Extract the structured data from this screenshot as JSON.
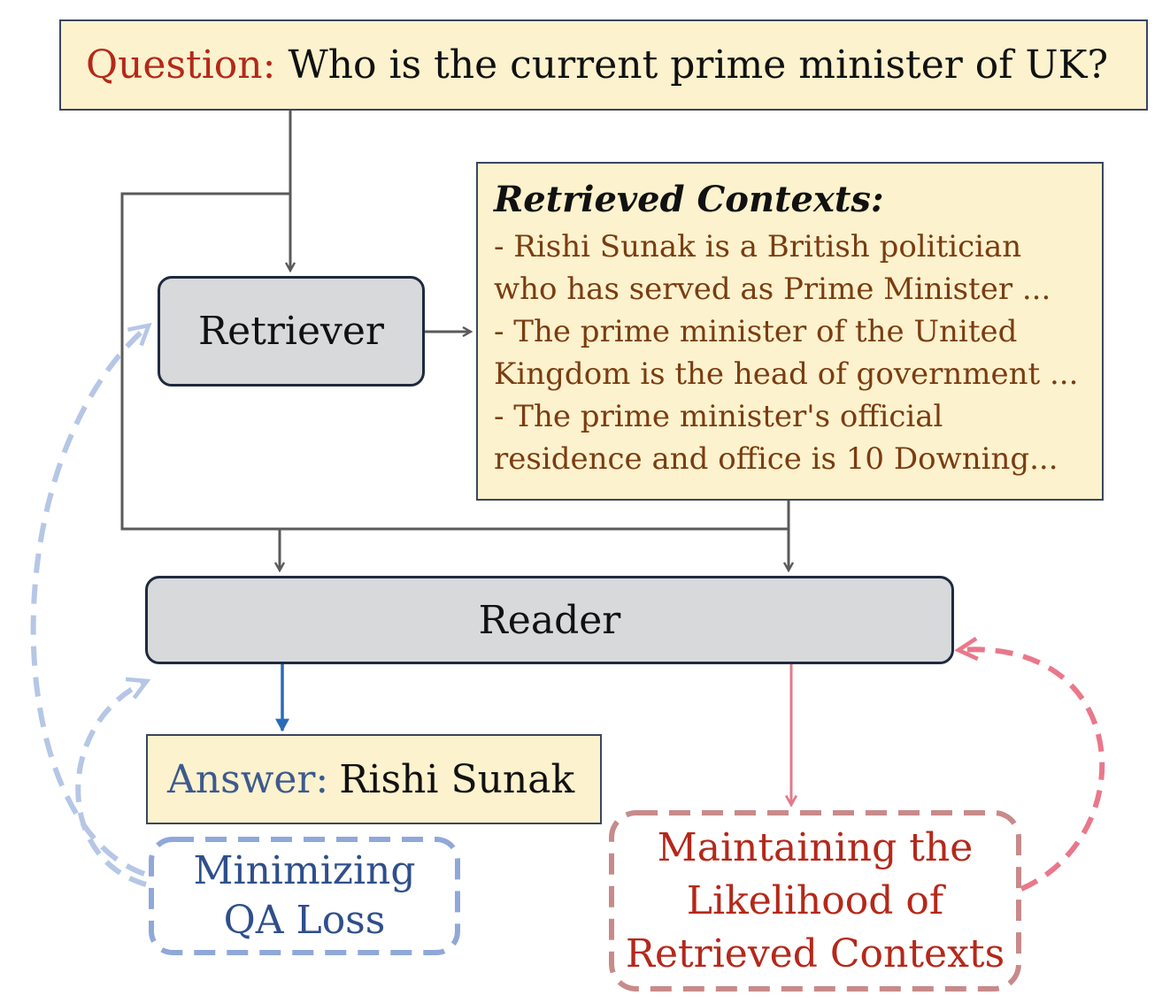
{
  "question": {
    "label": "Question:",
    "text": "Who is the current prime minister of UK?"
  },
  "retriever": {
    "label": "Retriever"
  },
  "contexts": {
    "title": "Retrieved Contexts:",
    "items": [
      "- Rishi Sunak is a British politician who has served as Prime Minister ...",
      "- The prime minister of the United Kingdom is the head of government ...",
      "- The prime minister's official residence and office is 10 Downing..."
    ]
  },
  "reader": {
    "label": "Reader"
  },
  "answer": {
    "label": "Answer:",
    "text": "Rishi Sunak"
  },
  "losses": {
    "qa_loss": "Minimizing QA Loss",
    "likelihood": "Maintaining the Likelihood of Retrieved Contexts"
  },
  "colors": {
    "flow_arrow": "#5a5a5a",
    "answer_arrow": "#2a6cb8",
    "likelihood_arrow": "#e27a8a",
    "qa_loss_dash": "#b6c6e6",
    "qa_loss_border": "#8fa8d8",
    "likelihood_dash": "#e9788b",
    "likelihood_border": "#c88a8a"
  }
}
